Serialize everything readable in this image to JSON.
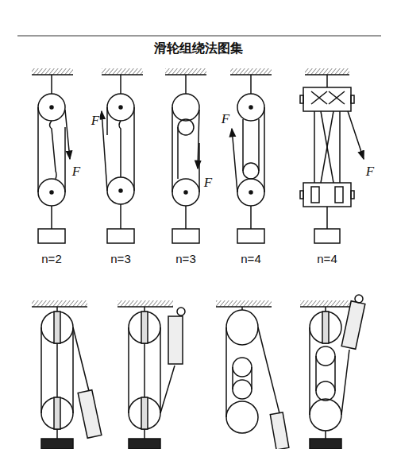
{
  "diagram": {
    "title": "滑轮组绕法图集",
    "labels": [
      "F",
      "F",
      "F",
      "F",
      "F",
      "n=2",
      "n=3",
      "n=3",
      "n=4",
      "n=4"
    ]
  }
}
